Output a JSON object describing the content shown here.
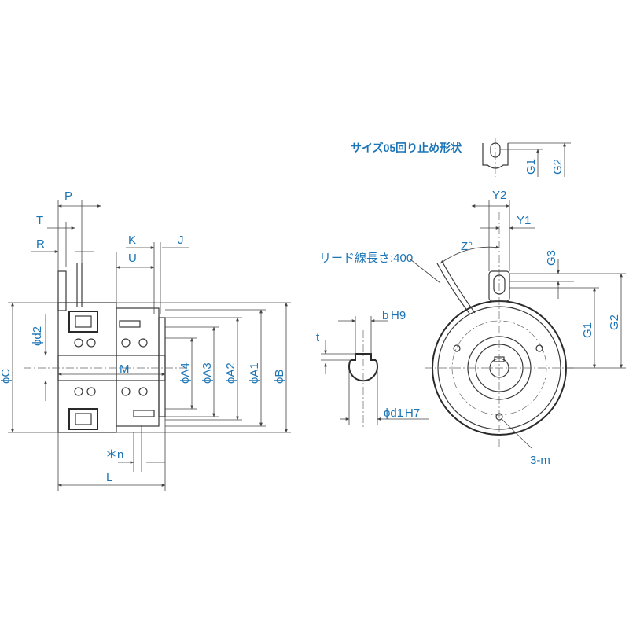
{
  "side_view": {
    "P": "P",
    "T": "T",
    "R": "R",
    "K": "K",
    "J": "J",
    "U": "U",
    "phi_d2": "ϕd2",
    "phi_C": "ϕC",
    "M": "M",
    "phi_A4": "ϕA4",
    "phi_A3": "ϕA3",
    "phi_A2": "ϕA2",
    "phi_A1": "ϕA1",
    "phi_B": "ϕB",
    "n": "＊n",
    "L": "L"
  },
  "keyway": {
    "b": "b",
    "b_tol": "H9",
    "t": "t",
    "d1": "ϕd1",
    "d1_tol": "H7"
  },
  "front_view": {
    "Y2": "Y2",
    "Y1": "Y1",
    "Z": "Z°",
    "lead": "リード線長さ:400",
    "G3": "G3",
    "G1": "G1",
    "G2": "G2",
    "holes": "3-m"
  },
  "size05": {
    "title": "サイズ05回り止め形状",
    "G1": "G1",
    "G2": "G2"
  }
}
